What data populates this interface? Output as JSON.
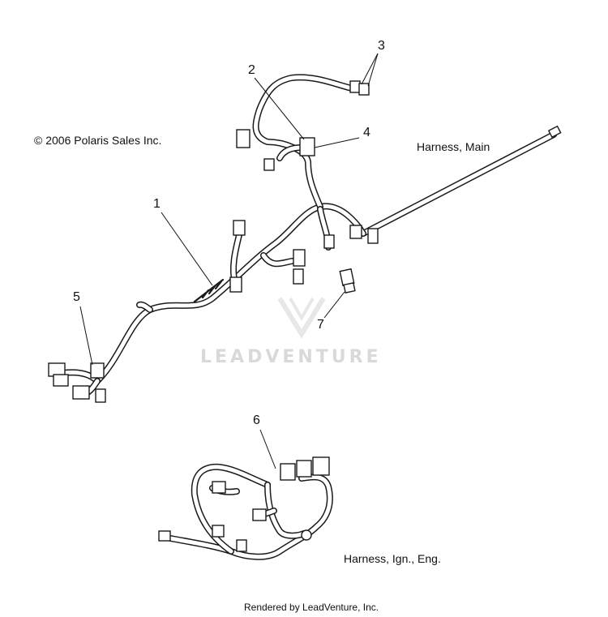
{
  "copyright": "© 2006 Polaris Sales Inc.",
  "callouts": {
    "c1": "1",
    "c2": "2",
    "c3": "3",
    "c4": "4",
    "c5": "5",
    "c6": "6",
    "c7": "7"
  },
  "captions": {
    "main": "Harness, Main",
    "ign": "Harness, Ign., Eng."
  },
  "watermark": "LEADVENTURE",
  "footer": "Rendered by LeadVenture, Inc."
}
